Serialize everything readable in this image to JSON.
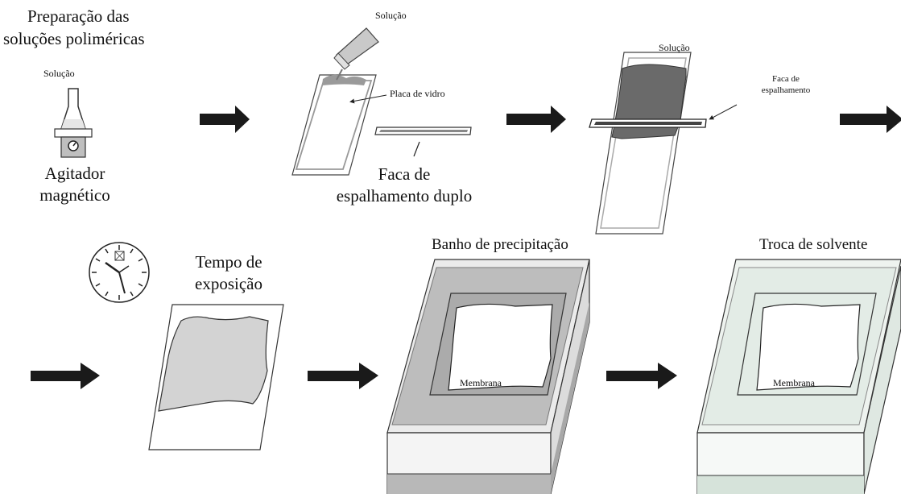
{
  "step1": {
    "title_line1": "Preparação das",
    "title_line2": "soluções poliméricas",
    "solution_label": "Solução",
    "stirrer_line1": "Agitador",
    "stirrer_line2": "magnético"
  },
  "step2": {
    "solution_label": "Solução",
    "glass_plate_label": "Placa de vidro",
    "knife_line1": "Faca de",
    "knife_line2": "espalhamento duplo"
  },
  "step3": {
    "solution_label": "Solução",
    "knife_line1": "Faca de",
    "knife_line2": "espalhamento"
  },
  "step4": {
    "exposure_line1": "Tempo de",
    "exposure_line2": "exposição"
  },
  "step5": {
    "title": "Banho de precipitação",
    "membrane_label": "Membrana"
  },
  "step6": {
    "title": "Troca de solvente",
    "membrane_label": "Membrana"
  },
  "icons": [
    "beaker-icon",
    "magnetic-stirrer-icon",
    "clock-icon",
    "arrow-icon"
  ],
  "colors": {
    "polymer_light": "#d3d3d3",
    "polymer_dark": "#6a6a6a",
    "bath_gray": "#bdbdbd",
    "solvent_green": "#e3ece6",
    "arrow": "#1a1a1a"
  }
}
